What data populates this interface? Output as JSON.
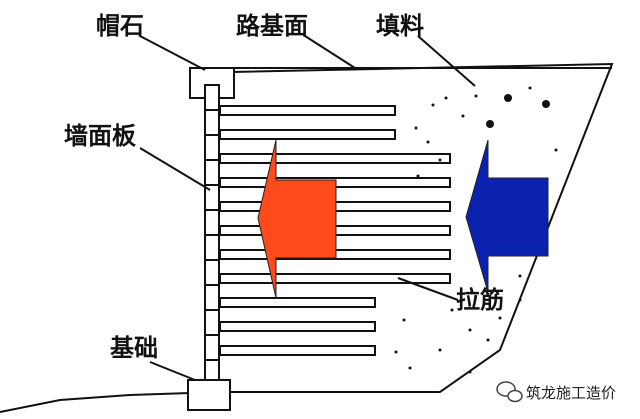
{
  "labels": {
    "cap_stone": "帽石",
    "road_surface": "路基面",
    "fill": "填料",
    "wall_panel": "墙面板",
    "tie_strip": "拉筋",
    "foundation": "基础"
  },
  "watermark": {
    "icon": "wechat-icon",
    "text": "筑龙施工造价"
  },
  "colors": {
    "left_arrow": "#ff4a1c",
    "right_arrow": "#0b22b0",
    "line": "#111111"
  },
  "tie_strip_count": 11
}
